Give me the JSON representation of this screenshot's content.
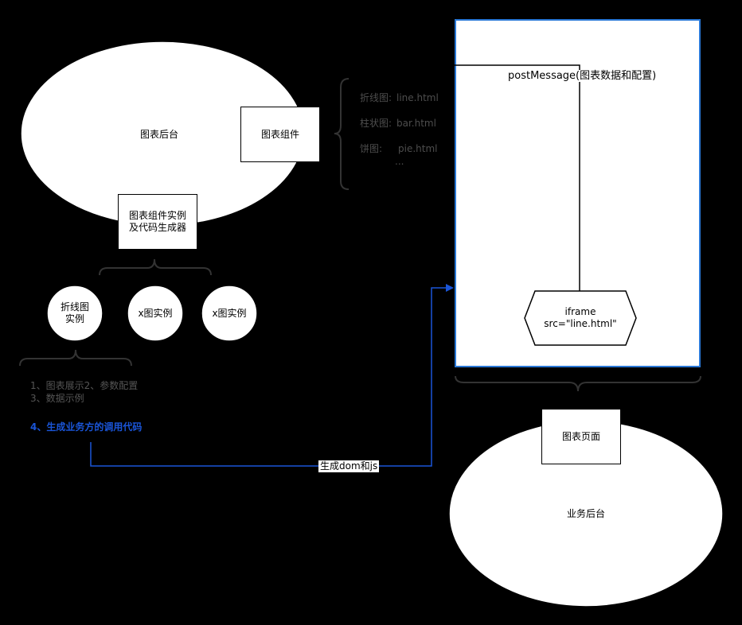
{
  "backend": {
    "label": "图表后台",
    "component_box": "图表组件",
    "instance_box": "图表组件实例\n及代码生成器"
  },
  "chart_files": {
    "items": [
      {
        "name": "折线图:",
        "file": "line.html"
      },
      {
        "name": "柱状图:",
        "file": "bar.html"
      },
      {
        "name": "饼图:",
        "file": "pie.html"
      }
    ],
    "more": "..."
  },
  "instances": [
    "折线图\n实例",
    "x图实例",
    "x图实例"
  ],
  "features": {
    "line1": "1、图表展示2、参数配置",
    "line2": "3、数据示例",
    "line4": "4、生成业务方的调用代码"
  },
  "iframe_panel": {
    "post_message": "postMessage(图表数据和配置)",
    "iframe_label": "iframe\nsrc=\"line.html\""
  },
  "arrow_label": "生成dom和js",
  "business": {
    "page_box": "图表页面",
    "label": "业务后台"
  },
  "colors": {
    "accent_blue": "#1a55d8",
    "panel_border": "#2a78d6",
    "brace": "#333333"
  }
}
